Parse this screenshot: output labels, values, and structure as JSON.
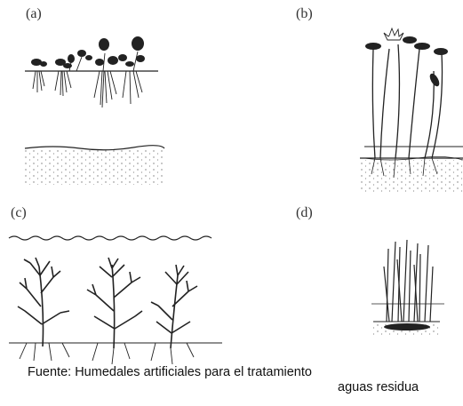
{
  "figure": {
    "panels": [
      {
        "label": "(a)"
      },
      {
        "label": "(b)"
      },
      {
        "label": "(c)"
      },
      {
        "label": "(d)"
      }
    ]
  },
  "caption": {
    "line1": "Fuente: Humedales artificiales para el tratamiento",
    "line2": "aguas residua"
  }
}
